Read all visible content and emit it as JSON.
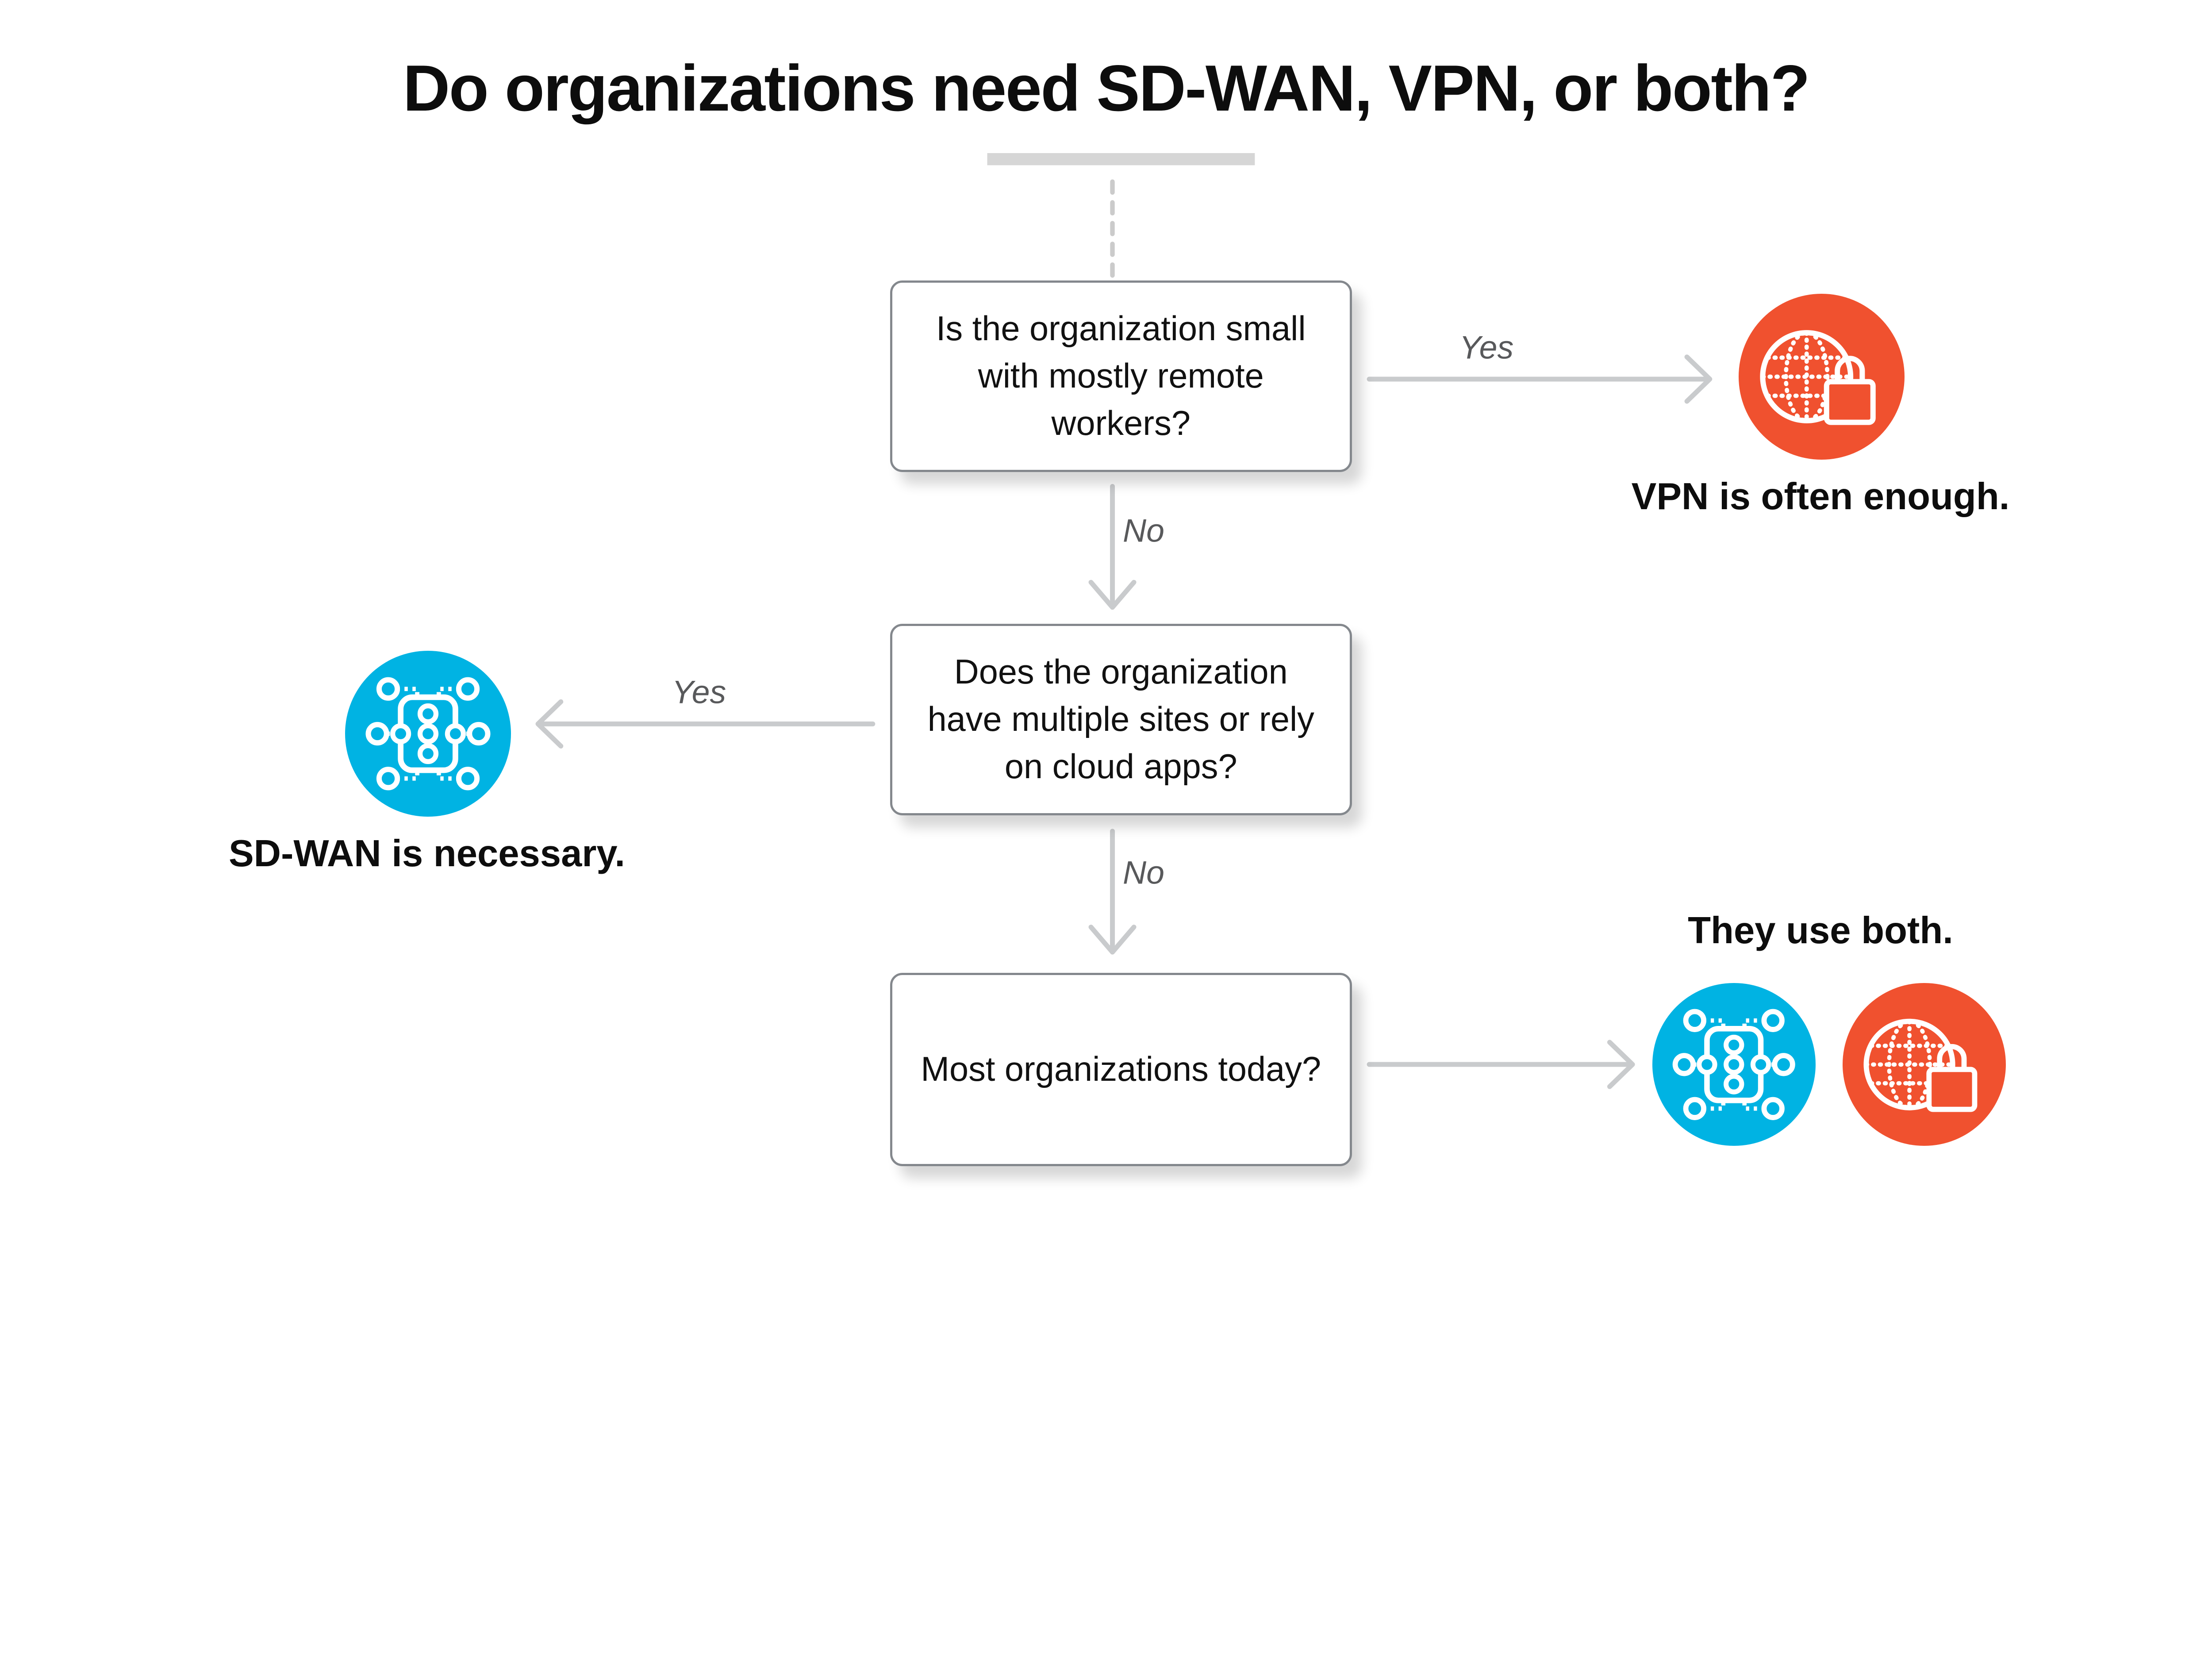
{
  "title": "Do organizations need SD-WAN, VPN, or both?",
  "questions": {
    "q1": "Is the organization small with mostly remote workers?",
    "q2": "Does the organization have multiple sites or rely on cloud apps?",
    "q3": "Most organizations today?"
  },
  "branch_labels": {
    "yes": "Yes",
    "no": "No"
  },
  "outcomes": {
    "vpn": "VPN is often enough.",
    "sdwan": "SD-WAN is necessary.",
    "both": "They use both."
  },
  "icons": {
    "vpn": "globe-lock-icon",
    "sdwan": "network-mesh-icon"
  },
  "colors": {
    "vpn_orange": "#F0512F",
    "sdwan_cyan": "#00B3E3",
    "connector_gray": "#C9CBCD",
    "start_bar_gray": "#D6D6D6",
    "branch_label_gray": "#58595B",
    "box_border_gray": "#84888D",
    "text_black": "#0D0D0D"
  }
}
